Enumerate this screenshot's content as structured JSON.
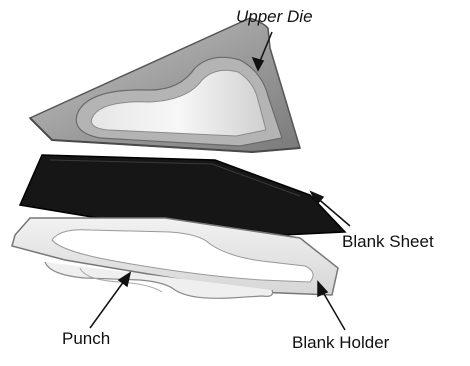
{
  "labels": {
    "upper_die": "Upper Die",
    "blank_sheet": "Blank Sheet",
    "punch": "Punch",
    "blank_holder": "Blank Holder"
  }
}
